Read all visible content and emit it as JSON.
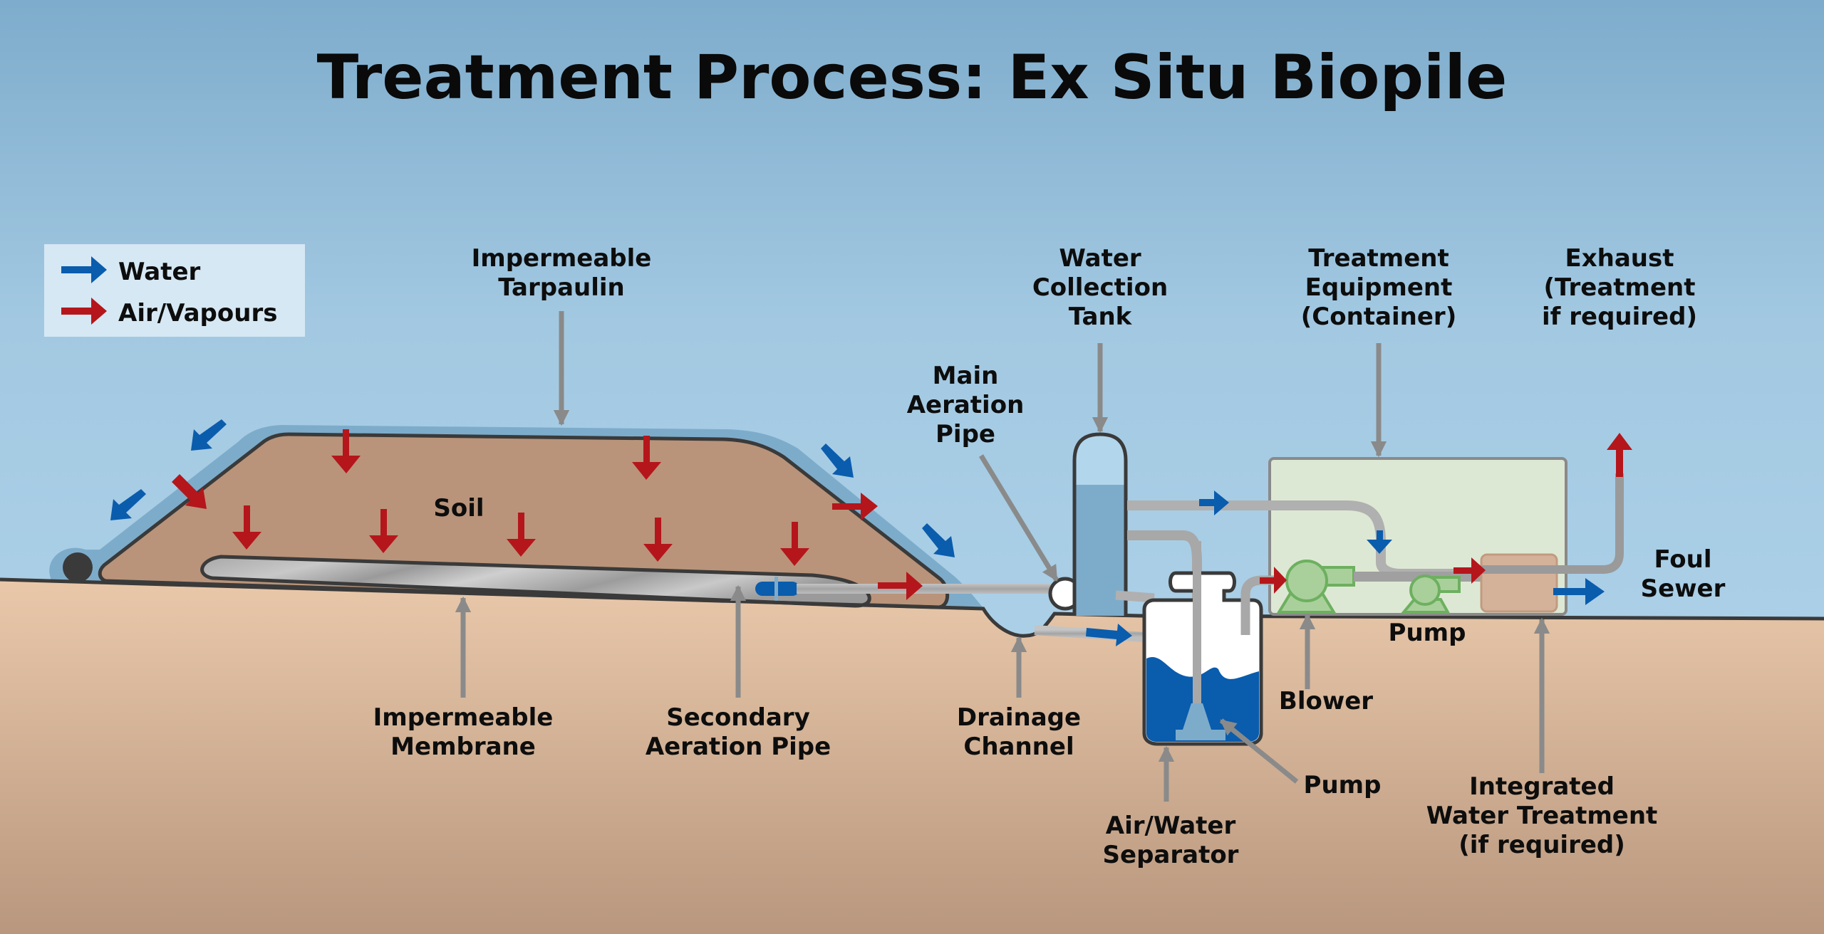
{
  "title": "Treatment Process: Ex Situ Biopile",
  "legend": {
    "items": [
      {
        "label": "Water",
        "icon": "water-flow-arrow-icon",
        "color": "#0a5cad"
      },
      {
        "label": "Air/Vapours",
        "icon": "air-flow-arrow-icon",
        "color": "#b5161b"
      }
    ]
  },
  "colors": {
    "water": "#0a5cad",
    "air": "#b5161b",
    "leader": "#8a8a8a",
    "sky_top": "#7eaccc",
    "sky_bottom": "#b2d6ec",
    "ground_top": "#e9c8aa",
    "ground_bottom": "#b8977e",
    "soil": "#b9947a",
    "tarp": "#7daccb",
    "container": "#dde8d4",
    "equipment_green": "#a9d09a",
    "treatment_box": "#d4b29a"
  },
  "labels": {
    "tarpaulin": [
      "Impermeable",
      "Tarpaulin"
    ],
    "soil": "Soil",
    "membrane": [
      "Impermeable",
      "Membrane"
    ],
    "secondary_pipe": [
      "Secondary",
      "Aeration Pipe"
    ],
    "main_pipe": [
      "Main",
      "Aeration",
      "Pipe"
    ],
    "tank": [
      "Water",
      "Collection",
      "Tank"
    ],
    "drainage": [
      "Drainage",
      "Channel"
    ],
    "separator": [
      "Air/Water",
      "Separator"
    ],
    "separator_pump": "Pump",
    "blower": "Blower",
    "treatment_pump": "Pump",
    "equipment": [
      "Treatment",
      "Equipment",
      "(Container)"
    ],
    "exhaust": [
      "Exhaust",
      "(Treatment",
      "if required)"
    ],
    "foul_sewer": [
      "Foul",
      "Sewer"
    ],
    "water_treatment": [
      "Integrated",
      "Water Treatment",
      "(if required)"
    ]
  }
}
